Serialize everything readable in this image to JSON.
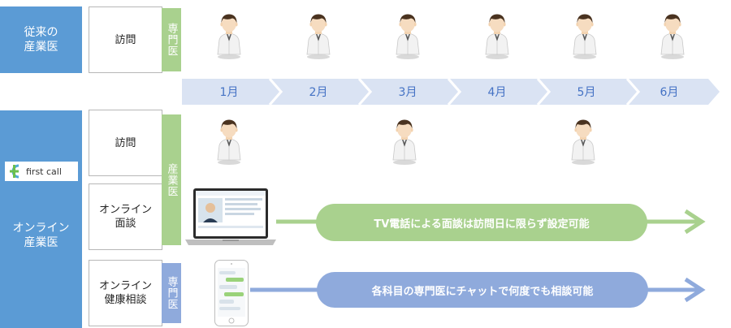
{
  "rows": {
    "traditional": {
      "category": "従来の\n産業医",
      "visit_label": "訪問",
      "doctor_tag": "専門医"
    },
    "online": {
      "category": "オンライン\n産業医",
      "visit_label": "訪問",
      "interview_label": "オンライン\n面談",
      "consult_label": "オンライン\n健康相談",
      "sangyoui_tag": "産業医",
      "senmon_tag": "専門医"
    }
  },
  "logo": {
    "text": "first call"
  },
  "months": [
    "1月",
    "2月",
    "3月",
    "4月",
    "5月",
    "6月"
  ],
  "arrows": {
    "tv_call": "TV電話による面談は訪問日に限らず設定可能",
    "chat": "各科目の専門医にチャットで何度でも相談可能"
  },
  "colors": {
    "category_blue": "#5b9bd5",
    "green": "#a9d18e",
    "light_blue": "#8faadc",
    "timeline": "#dae3f3"
  }
}
